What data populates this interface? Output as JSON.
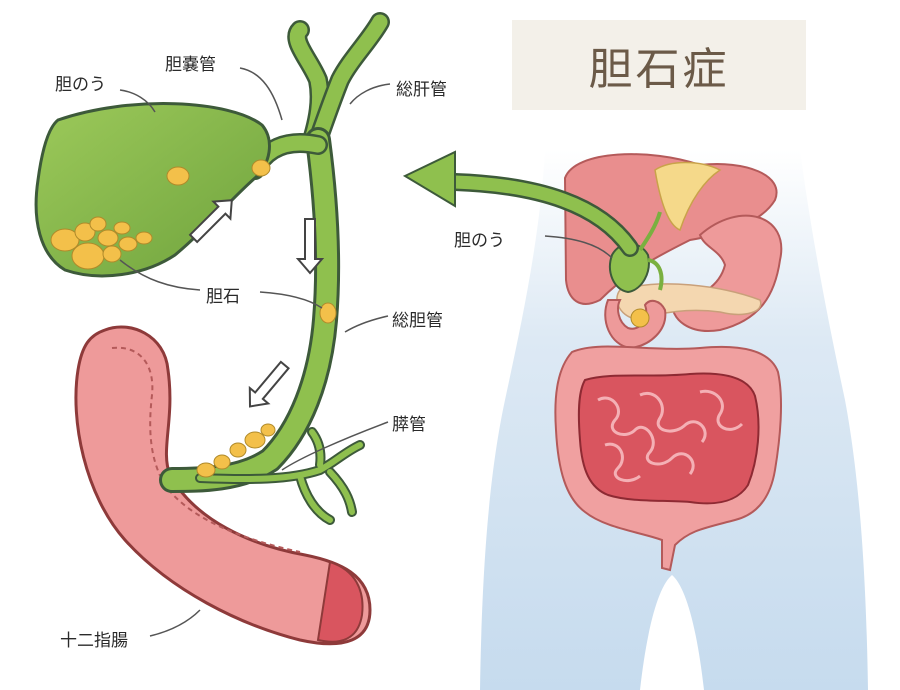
{
  "title": "胆石症",
  "labels": {
    "gallbladder": "胆のう",
    "cystic_duct": "胆嚢管",
    "common_hepatic_duct": "総肝管",
    "gallstones": "胆石",
    "common_bile_duct": "総胆管",
    "pancreatic_duct": "膵管",
    "duodenum": "十二指腸",
    "gallbladder_body": "胆のう"
  },
  "colors": {
    "bile_green": "#8fc04e",
    "bile_dark": "#3d5a3a",
    "stone_yellow": "#f3c04a",
    "duodenum_pink": "#ee9a9a",
    "body_blue": "#cfe0ef",
    "title_bg": "#f3f0e9",
    "title_text": "#6b5a48"
  }
}
